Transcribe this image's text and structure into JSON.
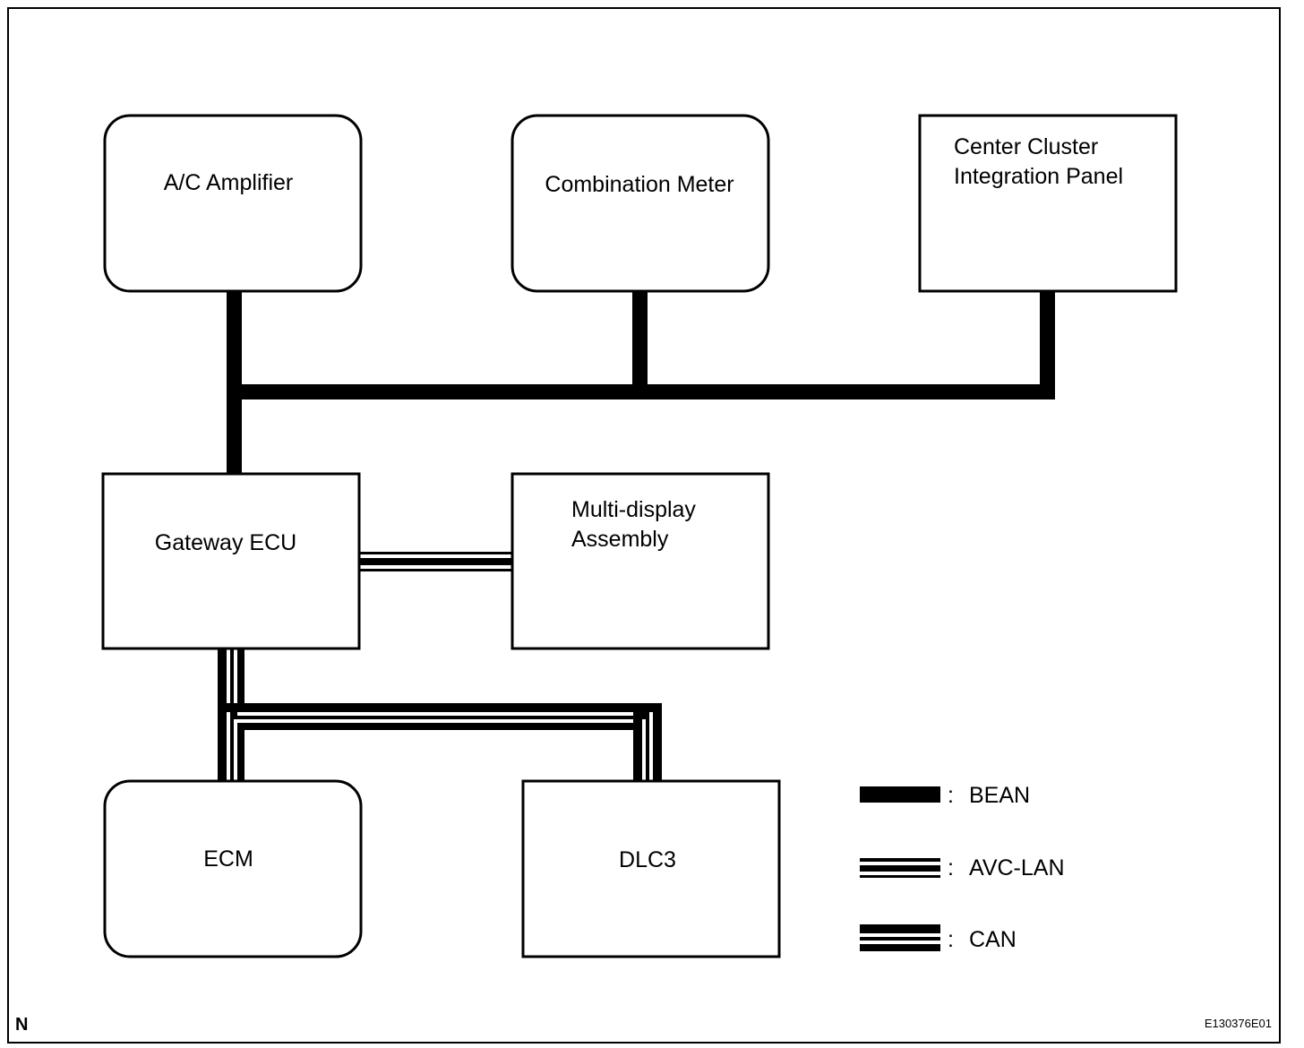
{
  "nodes": {
    "ac_amplifier": "A/C Amplifier",
    "combination_meter": "Combination Meter",
    "center_cluster": [
      "Center Cluster",
      "Integration Panel"
    ],
    "gateway_ecu": "Gateway ECU",
    "multi_display": [
      "Multi-display",
      "Assembly"
    ],
    "ecm": "ECM",
    "dlc3": "DLC3"
  },
  "legend": {
    "separator": ":",
    "bean": "BEAN",
    "avc_lan": "AVC-LAN",
    "can": "CAN"
  },
  "corner": {
    "left": "N",
    "right": "E130376E01"
  }
}
